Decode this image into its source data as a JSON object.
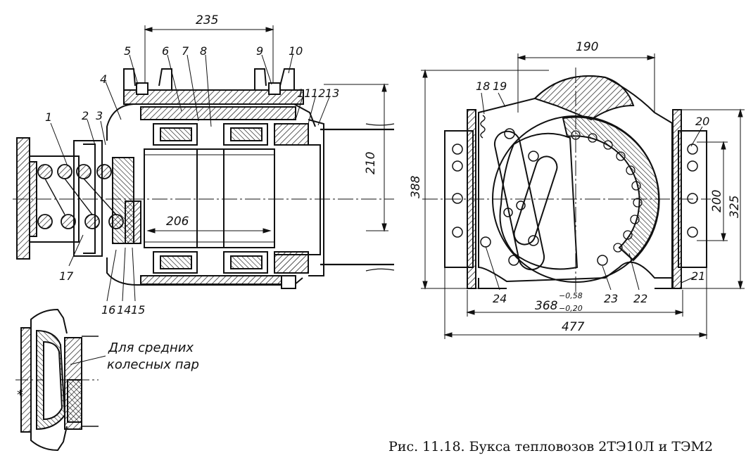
{
  "dimensions": {
    "d235": "235",
    "d206": "206",
    "d210": "210",
    "d190": "190",
    "d388": "388",
    "d200": "200",
    "d325": "325",
    "d477": "477",
    "d368_base": "368",
    "d368_upper": "−0,58",
    "d368_lower": "−0,20"
  },
  "parts": [
    "1",
    "2",
    "3",
    "4",
    "5",
    "6",
    "7",
    "8",
    "9",
    "10",
    "11",
    "12",
    "13",
    "14",
    "15",
    "16",
    "17",
    "18",
    "19",
    "20",
    "21",
    "22",
    "23",
    "24"
  ],
  "note": {
    "line1": "Для средних",
    "line2": "колесных пар"
  },
  "caption": "Рис. 11.18. Букса тепловозов 2ТЭ10Л и ТЭМ2"
}
